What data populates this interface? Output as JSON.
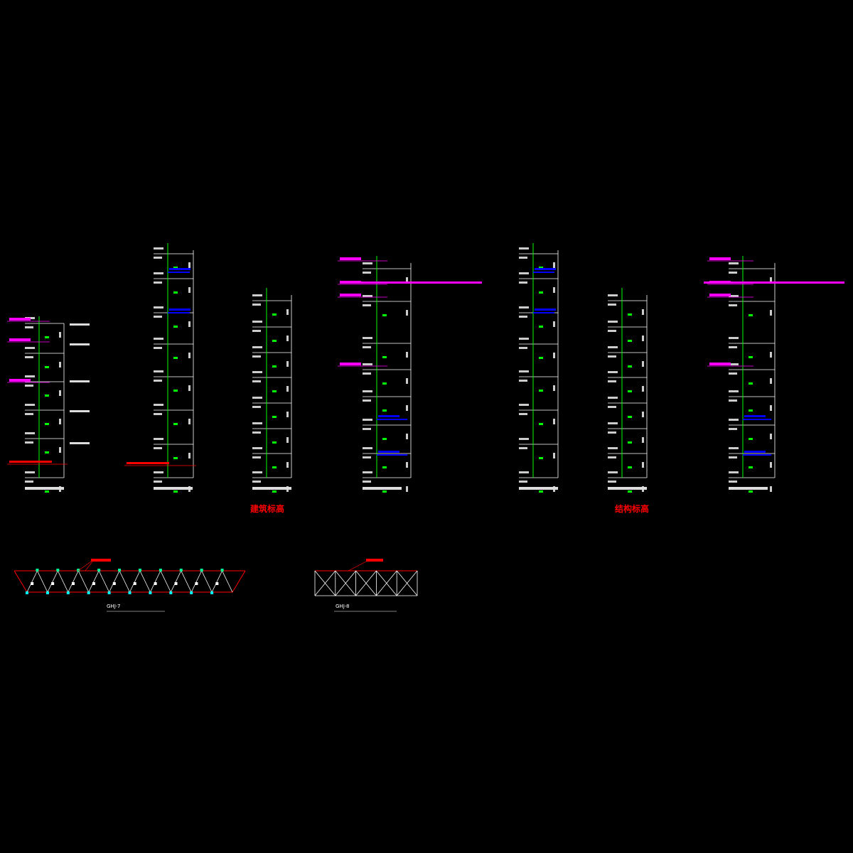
{
  "labels": {
    "section_architectural": "建筑标高",
    "section_structural": "结构标高",
    "truss_left_caption": "GHJ-7",
    "truss_right_caption": "GHJ-8"
  },
  "colors": {
    "background": "#000000",
    "column_line": "#00ff00",
    "frame_line": "#ffffff",
    "accent_magenta": "#ff00ff",
    "accent_blue": "#0000ff",
    "accent_red": "#ff0000",
    "truss_node": "#00ffff",
    "truss_web": "#ff0000"
  }
}
